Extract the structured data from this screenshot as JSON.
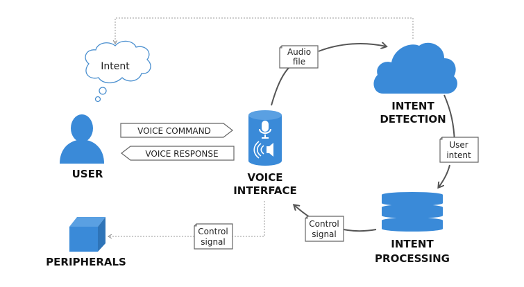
{
  "diagram": {
    "accent_color": "#3a8ad8",
    "nodes": {
      "user": {
        "label": "USER",
        "icon": "user-icon"
      },
      "voice_interface": {
        "label_line1": "VOICE",
        "label_line2": "INTERFACE",
        "icons": [
          "microphone-icon",
          "speaker-icon"
        ]
      },
      "intent_detection": {
        "label_line1": "INTENT",
        "label_line2": "DETECTION",
        "icon": "cloud-icon"
      },
      "intent_processing": {
        "label_line1": "INTENT",
        "label_line2": "PROCESSING",
        "icon": "database-icon"
      },
      "peripherals": {
        "label": "PERIPHERALS",
        "icon": "cube-icon"
      }
    },
    "thought_bubble": {
      "text": "Intent"
    },
    "commands": {
      "voice_command": "VOICE COMMAND",
      "voice_response": "VOICE RESPONSE"
    },
    "notes": {
      "audio_file": {
        "line1": "Audio",
        "line2": "file"
      },
      "user_intent": {
        "line1": "User",
        "line2": "intent"
      },
      "control_signal_processing": {
        "line1": "Control",
        "line2": "signal"
      },
      "control_signal_peripherals": {
        "line1": "Control",
        "line2": "signal"
      }
    }
  }
}
